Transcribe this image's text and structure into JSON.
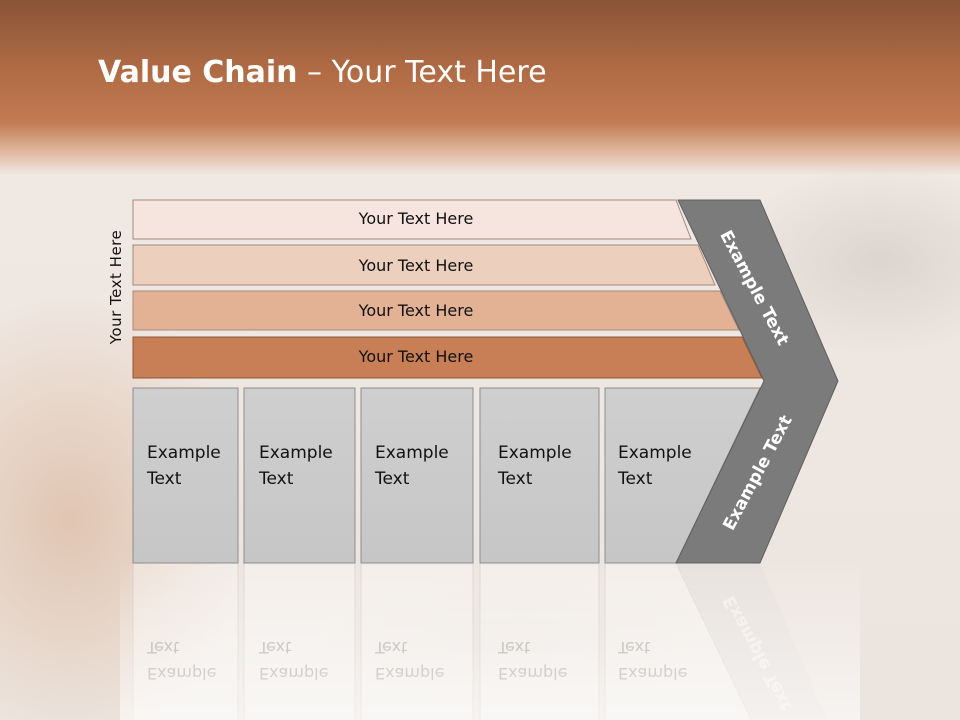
{
  "title": {
    "bold": "Value Chain",
    "rest": " – Your Text Here"
  },
  "side_label": "Your Text Here",
  "bars": [
    {
      "label": "Your Text Here",
      "color": "#f6e5df"
    },
    {
      "label": "Your Text Here",
      "color": "#edcfbd"
    },
    {
      "label": "Your Text Here",
      "color": "#e3b295"
    },
    {
      "label": "Your Text Here",
      "color": "#c87f55"
    }
  ],
  "cells": [
    {
      "line1": "Example",
      "line2": "Text"
    },
    {
      "line1": "Example",
      "line2": "Text"
    },
    {
      "line1": "Example",
      "line2": "Text"
    },
    {
      "line1": "Example",
      "line2": "Text"
    },
    {
      "line1": "Example",
      "line2": "Text"
    }
  ],
  "chevron": {
    "upper_label": "Example Text",
    "lower_label": "Example Text",
    "color": "#7b7b7b"
  },
  "colors": {
    "header": "#b06b45",
    "cell": "#cdcdcd"
  }
}
